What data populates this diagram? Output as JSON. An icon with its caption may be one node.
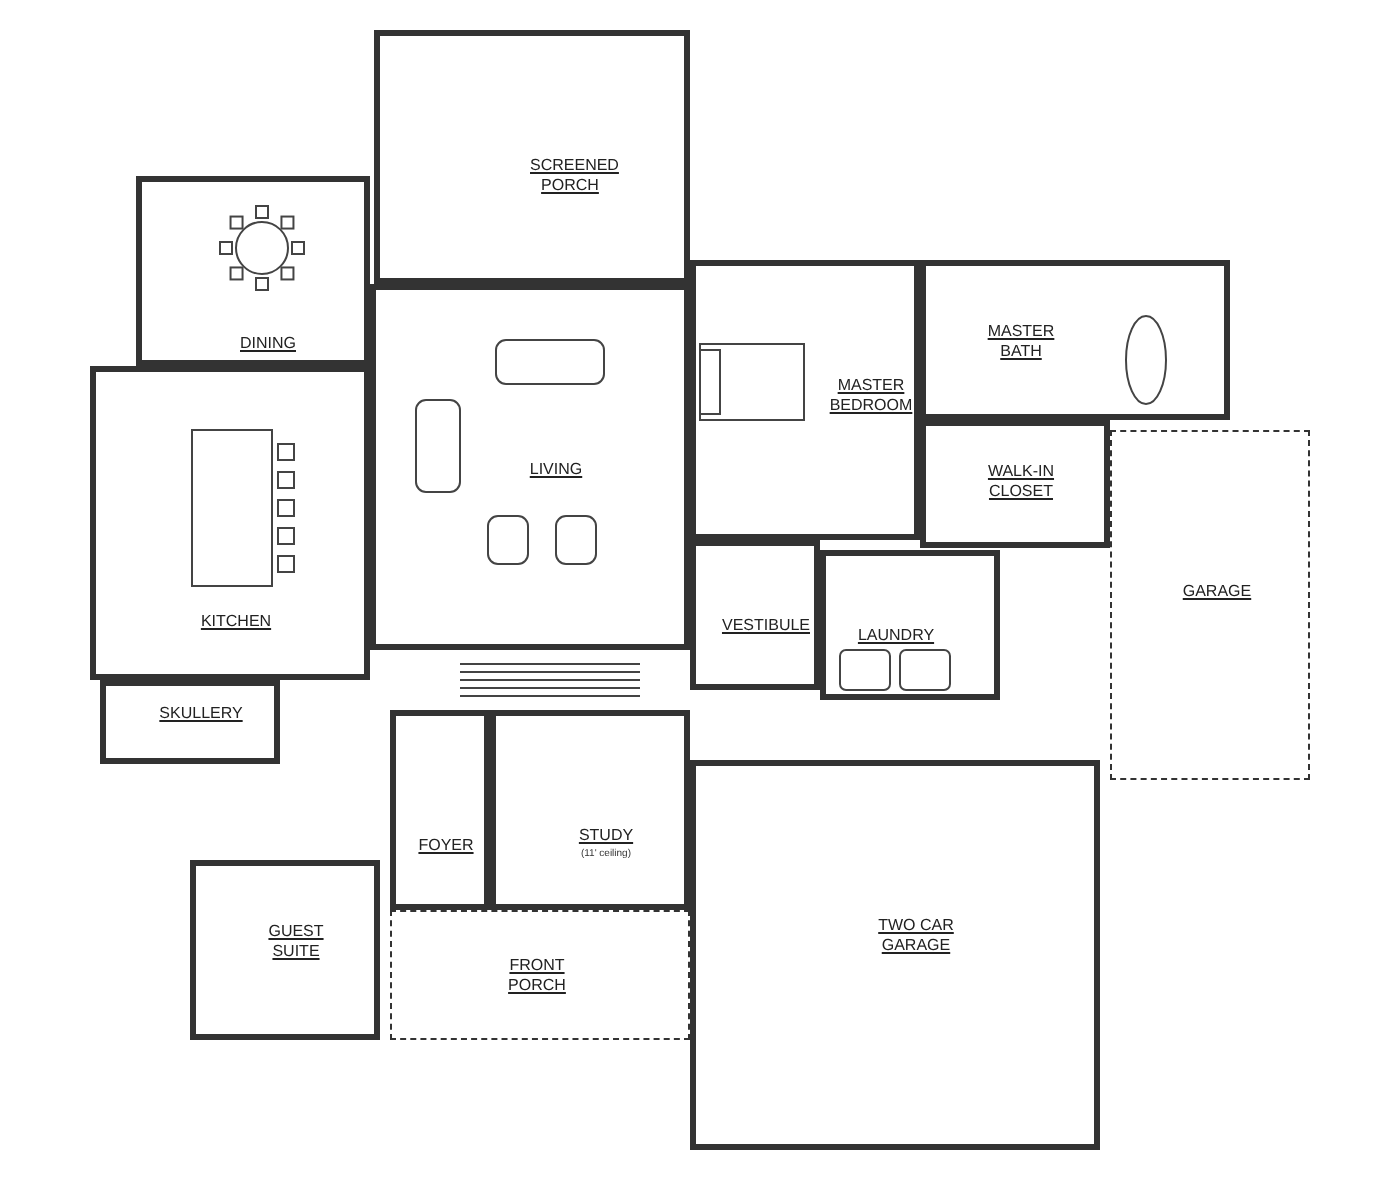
{
  "diagram": {
    "nodes": [
      {
        "text": [
          "SCREENED PORCH"
        ]
      },
      {
        "text": [
          "DINING"
        ]
      },
      {
        "text": [
          "MASTER BEDROOM"
        ]
      },
      {
        "text": [
          "MASTER BATH"
        ]
      },
      {
        "text": [
          "LIVING"
        ]
      },
      {
        "text": [
          "WALK-IN CLOSET"
        ]
      },
      {
        "text": [
          "GARAGE"
        ]
      },
      {
        "text": [
          "KITCHEN"
        ]
      },
      {
        "text": [
          "VESTIBULE"
        ]
      },
      {
        "text": [
          "LAUNDRY"
        ]
      },
      {
        "text": [
          "SKULLERY"
        ]
      },
      {
        "text": [
          "FOYER"
        ]
      },
      {
        "text": [
          "STUDY",
          "(11' ceiling)"
        ]
      },
      {
        "text": [
          "GUEST SUITE"
        ]
      },
      {
        "text": [
          "FRONT PORCH"
        ]
      },
      {
        "text": [
          "TWO CAR GARAGE"
        ]
      }
    ]
  }
}
